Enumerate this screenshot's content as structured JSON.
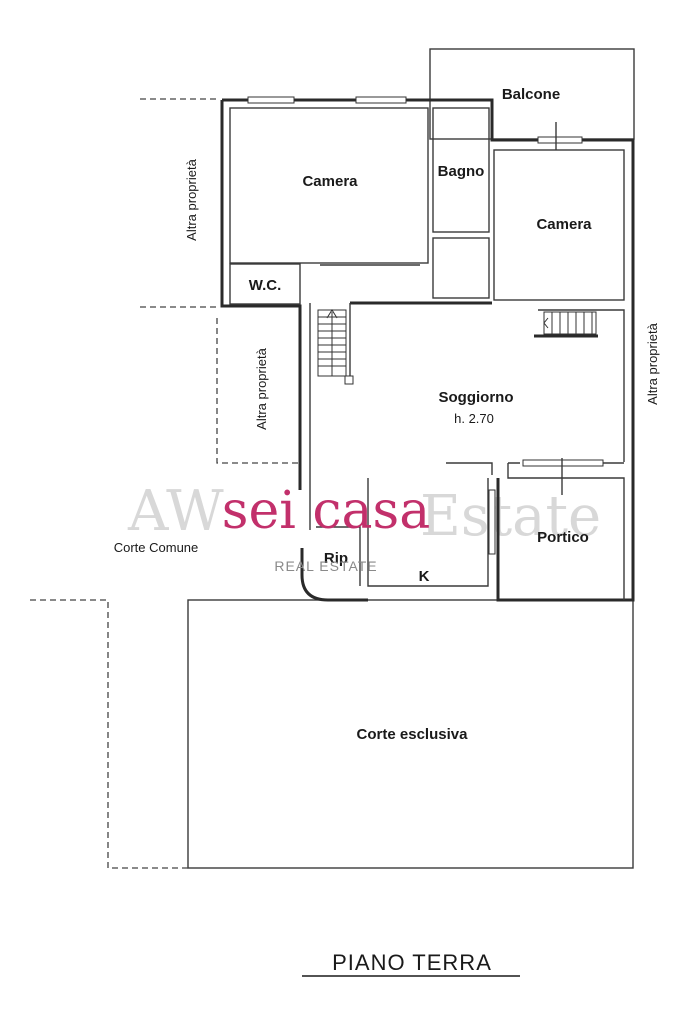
{
  "rooms": {
    "balcone": "Balcone",
    "camera_1": "Camera",
    "bagno": "Bagno",
    "camera_2": "Camera",
    "wc": "W.C.",
    "soggiorno": "Soggiorno",
    "soggiorno_height": "h. 2.70",
    "portico": "Portico",
    "rip": "Rip",
    "kitchen": "K",
    "corte_esclusiva": "Corte esclusiva"
  },
  "surroundings": {
    "altra_proprieta_left_top": "Altra proprietà",
    "altra_proprieta_left_mid": "Altra proprietà",
    "altra_proprieta_right": "Altra proprietà",
    "corte_comune": "Corte Comune"
  },
  "watermark": {
    "brand": "sei casa",
    "tagline": "REAL ESTATE",
    "ghost_left": "AW",
    "ghost_right": "Estate"
  },
  "floor_title": "PIANO TERRA"
}
